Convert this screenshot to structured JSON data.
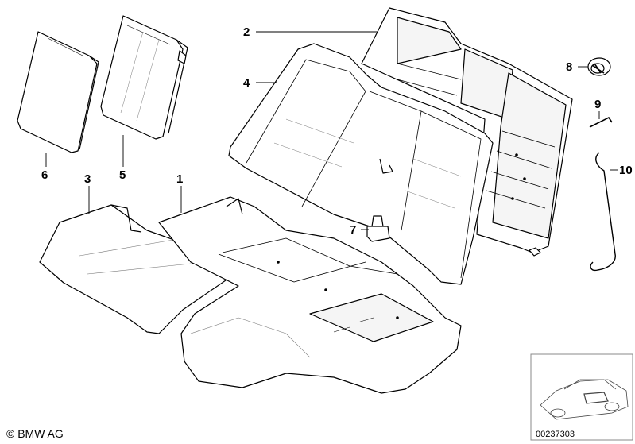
{
  "callouts": {
    "c1": "1",
    "c2": "2",
    "c3": "3",
    "c4": "4",
    "c5": "5",
    "c6": "6",
    "c7": "7",
    "c8": "8",
    "c9": "9",
    "c10": "10"
  },
  "footer": {
    "copyright": "© BMW AG",
    "doc_number": "00237303"
  },
  "colors": {
    "outline": "#000000",
    "fill_light": "#f5f5f5",
    "fill_white": "#ffffff",
    "inset_border": "#888888"
  }
}
